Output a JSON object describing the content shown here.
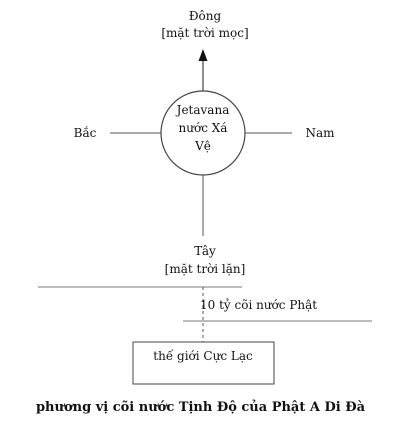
{
  "compass": {
    "east": "Đông",
    "east_note": "[mặt trời mọc]",
    "west": "Tây",
    "west_note": "[mặt trời lặn]",
    "north": "Bắc",
    "south": "Nam"
  },
  "center": {
    "line1": "Jetavana",
    "line2": "nước Xá",
    "line3": "Vệ"
  },
  "distance_label": "10 tỷ cõi nước Phật",
  "pure_land_label": "thế giới Cực Lạc",
  "caption": "phương vị cõi nước Tịnh Độ của Phật A Di Đà",
  "colors": {
    "line": "#444444",
    "text": "#111111",
    "background": "#ffffff"
  }
}
